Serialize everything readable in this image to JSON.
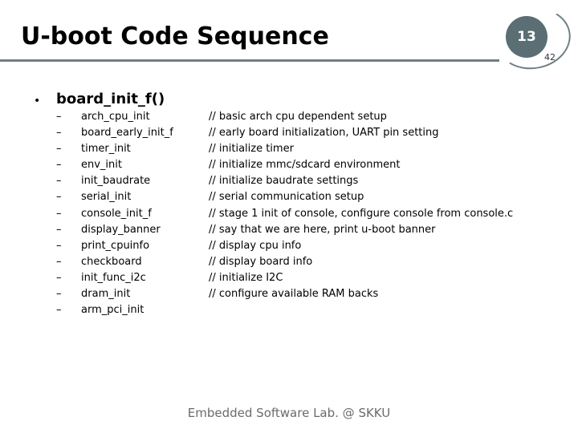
{
  "title": "U-boot Code Sequence",
  "slide_number": "13",
  "page_number": "42",
  "bullet": {
    "marker": "•",
    "heading": "board_init_f()"
  },
  "items": [
    {
      "dash": "–",
      "fn": "arch_cpu_init",
      "comment": "// basic arch cpu dependent setup"
    },
    {
      "dash": "–",
      "fn": "board_early_init_f",
      "comment": "// early board initialization, UART pin setting"
    },
    {
      "dash": "–",
      "fn": "timer_init",
      "comment": "// initialize timer"
    },
    {
      "dash": "–",
      "fn": "env_init",
      "comment": "// initialize mmc/sdcard environment"
    },
    {
      "dash": "–",
      "fn": "init_baudrate",
      "comment": "// initialize baudrate settings"
    },
    {
      "dash": "–",
      "fn": "serial_init",
      "comment": "// serial communication setup"
    },
    {
      "dash": "–",
      "fn": "console_init_f",
      "comment": "// stage 1 init of console, configure console from console.c"
    },
    {
      "dash": "–",
      "fn": "display_banner",
      "comment": "// say that we are here, print u-boot banner"
    },
    {
      "dash": "–",
      "fn": "print_cpuinfo",
      "comment": "// display cpu info"
    },
    {
      "dash": "–",
      "fn": "checkboard",
      "comment": "// display board info"
    },
    {
      "dash": "–",
      "fn": "init_func_i2c",
      "comment": "// initialize I2C"
    },
    {
      "dash": "–",
      "fn": "dram_init",
      "comment": "// configure available RAM backs"
    },
    {
      "dash": "–",
      "fn": "arm_pci_init",
      "comment": ""
    }
  ],
  "footer": "Embedded Software Lab. @ SKKU",
  "colors": {
    "accent": "#5a6e73",
    "rule": "#6f7f86",
    "footer_text": "#6b6b6b"
  }
}
